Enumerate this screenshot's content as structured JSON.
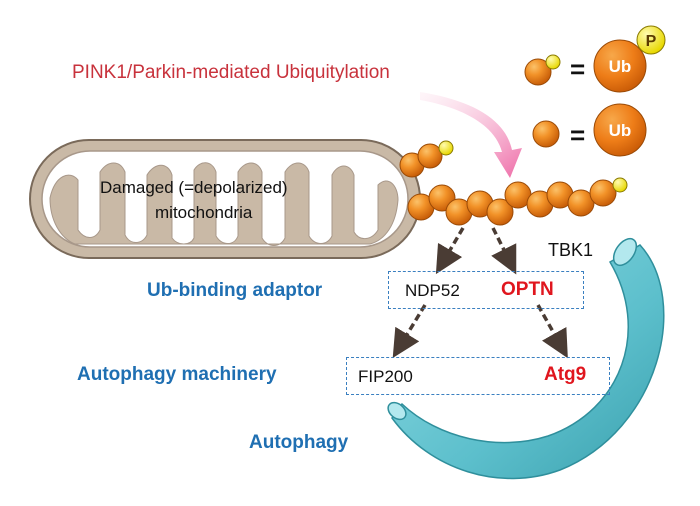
{
  "title": "PINK1/Parkin-mediated Ubiquitylation",
  "legend": {
    "equals": "=",
    "ub_label": "Ub",
    "p_label": "P"
  },
  "mitochondria_label_line1": "Damaged (=depolarized)",
  "mitochondria_label_line2": "mitochondria",
  "tbk1": "TBK1",
  "adaptor": {
    "label": "Ub-binding adaptor",
    "left": "NDP52",
    "right": "OPTN"
  },
  "machinery": {
    "label": "Autophagy machinery",
    "left": "FIP200",
    "right": "Atg9"
  },
  "autophagy": "Autophagy",
  "colors": {
    "ub_orange": "#f08a1c",
    "phospho_yellow": "#f3e600",
    "title_red": "#c8323c",
    "blue_label": "#1f6fb2",
    "highlight_red": "#e0161e",
    "membrane_teal": "#5cbfcc",
    "arrow_pink": "#f07ab0",
    "mito_outer": "#c9b9a6"
  }
}
